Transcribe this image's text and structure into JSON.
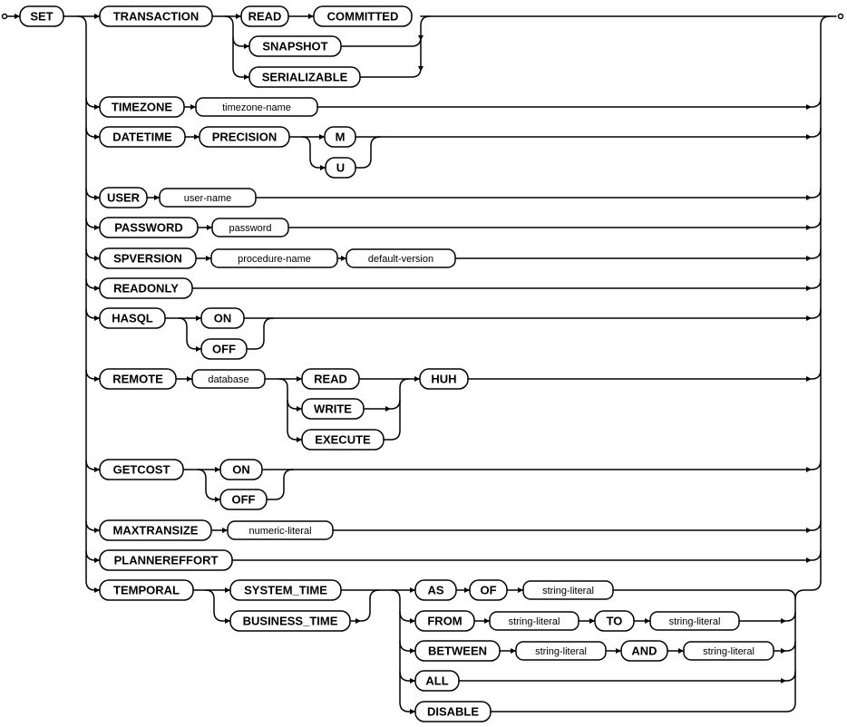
{
  "set": "SET",
  "transaction": {
    "label": "TRANSACTION",
    "read": "READ",
    "committed": "COMMITTED",
    "snapshot": "SNAPSHOT",
    "serializable": "SERIALIZABLE"
  },
  "timezone": {
    "label": "TIMEZONE",
    "name": "timezone-name"
  },
  "datetime": {
    "label": "DATETIME",
    "precision": "PRECISION",
    "m": "M",
    "u": "U"
  },
  "user": {
    "label": "USER",
    "name": "user-name"
  },
  "password": {
    "label": "PASSWORD",
    "value": "password"
  },
  "spversion": {
    "label": "SPVERSION",
    "procedure": "procedure-name",
    "default_version": "default-version"
  },
  "readonly": {
    "label": "READONLY"
  },
  "hasql": {
    "label": "HASQL",
    "on": "ON",
    "off": "OFF"
  },
  "remote": {
    "label": "REMOTE",
    "database": "database",
    "read": "READ",
    "write": "WRITE",
    "execute": "EXECUTE",
    "huh": "HUH"
  },
  "getcost": {
    "label": "GETCOST",
    "on": "ON",
    "off": "OFF"
  },
  "maxtransize": {
    "label": "MAXTRANSIZE",
    "literal": "numeric-literal"
  },
  "plannereffort": {
    "label": "PLANNEREFFORT"
  },
  "temporal": {
    "label": "TEMPORAL",
    "system_time": "SYSTEM_TIME",
    "business_time": "BUSINESS_TIME",
    "as": "AS",
    "of": "OF",
    "as_literal": "string-literal",
    "from": "FROM",
    "from_literal": "string-literal",
    "to": "TO",
    "to_literal": "string-literal",
    "between": "BETWEEN",
    "between_literal": "string-literal",
    "and": "AND",
    "and_literal": "string-literal",
    "all": "ALL",
    "disable": "DISABLE"
  }
}
